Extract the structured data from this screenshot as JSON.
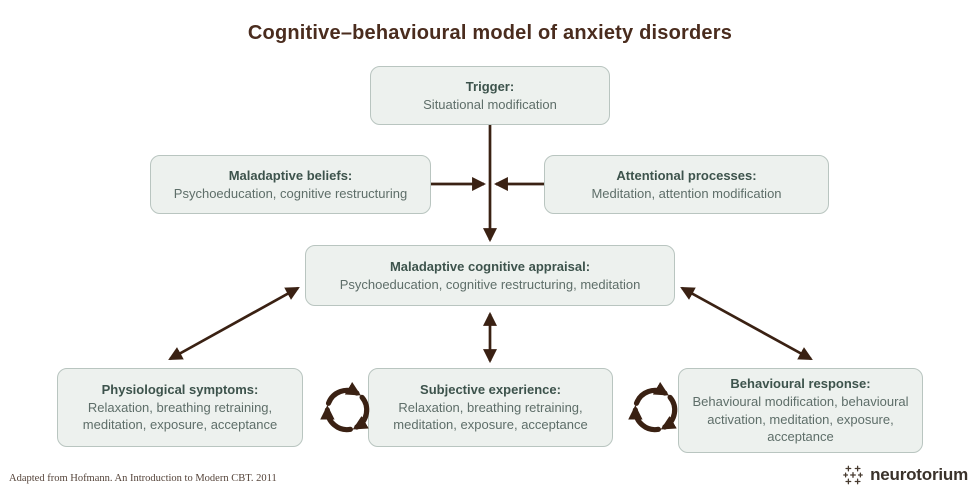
{
  "title": "Cognitive–behavioural model of anxiety disorders",
  "nodes": {
    "trigger": {
      "heading": "Trigger:",
      "body": "Situational modification"
    },
    "beliefs": {
      "heading": "Maladaptive beliefs:",
      "body": "Psychoeducation, cognitive restructuring"
    },
    "attentional": {
      "heading": "Attentional processes:",
      "body": "Meditation, attention modification"
    },
    "appraisal": {
      "heading": "Maladaptive cognitive appraisal:",
      "body": "Psychoeducation, cognitive restructuring, meditation"
    },
    "physiological": {
      "heading": "Physiological symptoms:",
      "body": "Relaxation, breathing retraining, meditation, exposure, acceptance"
    },
    "subjective": {
      "heading": "Subjective experience:",
      "body": "Relaxation, breathing retraining, meditation, exposure, acceptance"
    },
    "behavioural": {
      "heading": "Behavioural response:",
      "body": "Behavioural modification, behavioural activation, meditation, exposure, acceptance"
    }
  },
  "footer": {
    "attribution": "Adapted from Hofmann. An Introduction to Modern CBT. 2011",
    "brand": "neurotorium"
  },
  "icons": {
    "cycle_left": "cycle-arrows-icon",
    "cycle_right": "cycle-arrows-icon",
    "brand_logo": "neurotorium-brain-icon"
  },
  "colors": {
    "arrow": "#3a2113",
    "title_text": "#4a2c1e",
    "box_fill": "#edf1ee",
    "box_border": "#b9c5c0",
    "heading_text": "#3d534c",
    "body_text": "#5e6e69",
    "footer_text": "#55443a",
    "brand_text": "#3a322b"
  }
}
